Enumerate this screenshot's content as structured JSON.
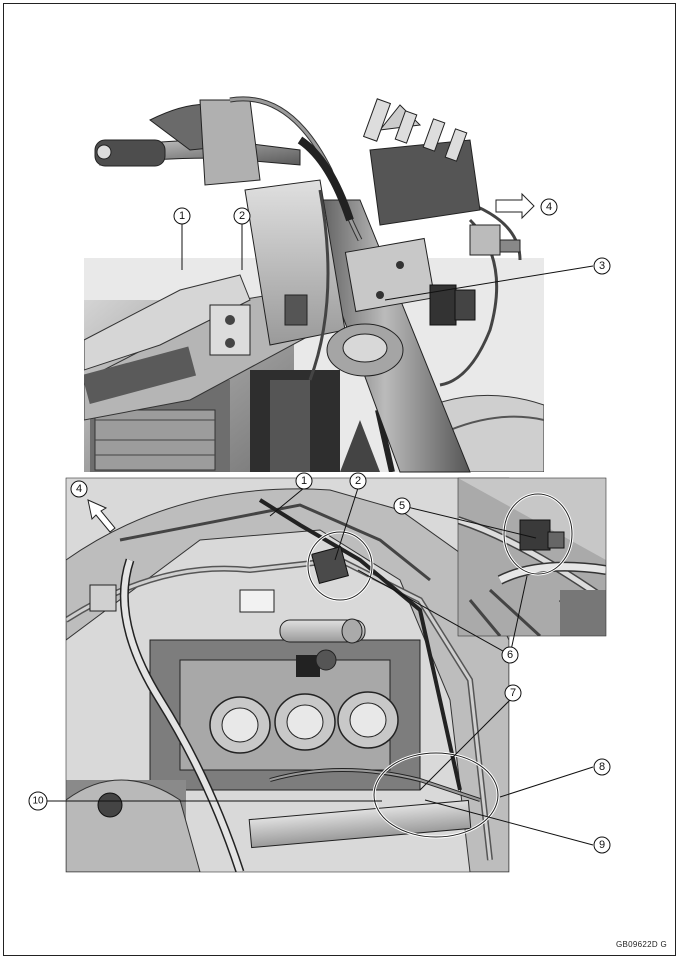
{
  "figure_code": "GB09622D  G",
  "callouts": {
    "c1": "1",
    "c2": "2",
    "c3": "3",
    "c4": "4",
    "c5": "5",
    "c6": "6",
    "c7": "7",
    "c8": "8",
    "c9": "9",
    "c10": "10"
  },
  "colors": {
    "line": "#111111",
    "photo_dark": "#3a3a3a",
    "photo_mid": "#8a8a8a",
    "photo_light": "#d0d0d0"
  }
}
